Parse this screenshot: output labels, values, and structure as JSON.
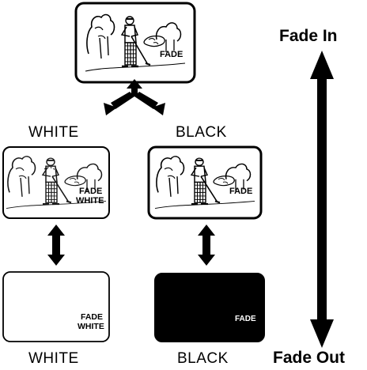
{
  "labels": {
    "fade_in": "Fade In",
    "fade_out": "Fade Out",
    "white_mid": "WHITE",
    "black_mid": "BLACK",
    "white_bottom": "WHITE",
    "black_bottom": "BLACK"
  },
  "frames": {
    "top": {
      "overlay": [
        "FADE"
      ]
    },
    "white_mid": {
      "overlay": [
        "FADE",
        "WHITE"
      ]
    },
    "black_mid": {
      "overlay": [
        "FADE"
      ]
    },
    "white_bottom": {
      "overlay": [
        "FADE",
        "WHITE"
      ]
    },
    "black_bottom": {
      "overlay": [
        "FADE"
      ]
    }
  },
  "colors": {
    "ink": "#000000",
    "paper": "#ffffff"
  }
}
